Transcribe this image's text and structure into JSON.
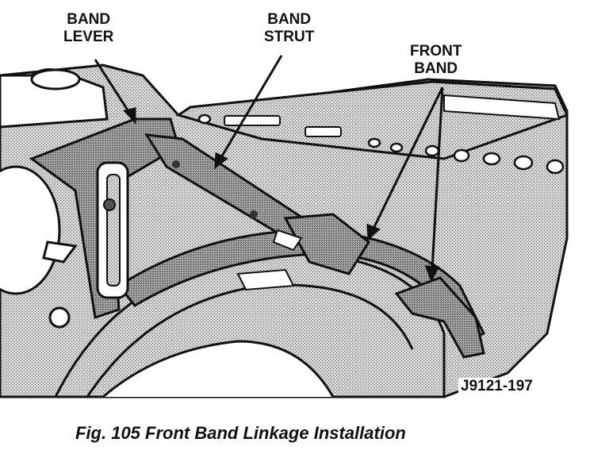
{
  "labels": {
    "band_lever": [
      "BAND",
      "LEVER"
    ],
    "band_strut": [
      "BAND",
      "STRUT"
    ],
    "front_band": [
      "FRONT",
      "BAND"
    ]
  },
  "reference_code": "J9121-197",
  "caption": "Fig. 105 Front Band Linkage Installation"
}
